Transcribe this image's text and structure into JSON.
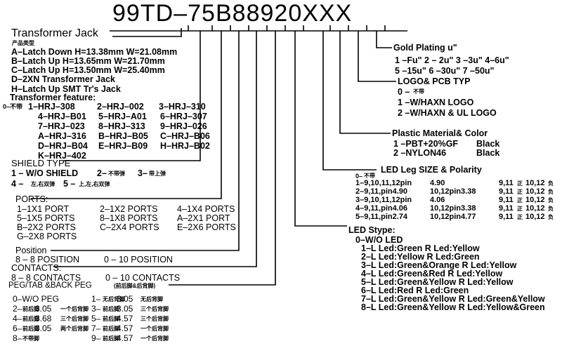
{
  "code_chars": [
    "9",
    "9",
    "T",
    "D",
    "–",
    "7",
    "5",
    "B",
    "8",
    "8",
    "9",
    "2",
    "0",
    "X",
    "X",
    "X"
  ],
  "transformer": {
    "title": "Transformer Jack",
    "cjk": "产品类型",
    "types": [
      "A–Latch Down H=13.38mm W=21.08mm",
      "B–Latch Up H=13.65mm W=21.70mm",
      "C–Latch Up H=13.50mm W=25.40mm",
      "D–2XN Transformer Jack",
      "H–Latch Up SMT Tr's Jack"
    ],
    "feature_title": "Transformer feature:",
    "feature_prefix": "0–不带",
    "features": [
      [
        "1–HRJ–308",
        "2–HRJ–002",
        "3–HRJ–310"
      ],
      [
        "4–HRJ–B01",
        "5–HRJ–A01",
        "6–HRJ–307"
      ],
      [
        "7–HRJ–023",
        "8–HRJ–313",
        "9–HRJ–026"
      ],
      [
        "A–HRJ–316",
        "B–HRJ–B05",
        "C–HRJ–B06"
      ],
      [
        "D–HRJ–B04",
        "E–HRJ–B09",
        "H–HRJ–B02"
      ],
      [
        "K–HRJ–402"
      ]
    ]
  },
  "shield": {
    "title": "SHIELD TYPE",
    "line1_a": "1 – W/O SHIELD",
    "line1_b": "2–",
    "line1_b_cjk": "不带弹",
    "line1_c": "3–",
    "line1_c_cjk": "带上弹",
    "line2_a": "4 –",
    "line2_a_cjk": "左,右双弹",
    "line2_b": "5 –",
    "line2_b_cjk": "上,左,右双弹"
  },
  "ports": {
    "title": "PORTS:",
    "rows": [
      [
        "1–1X1 PORT",
        "2–1X2 PORTS",
        "4–1X4 PORTS"
      ],
      [
        "5–1X5 PORTS",
        "8–1X8 PORTS",
        "A–2X1 PORT"
      ],
      [
        "B–2X2 PORTS",
        "C–2X4 PORTS",
        "E–2X6 PORTS"
      ],
      [
        "G–2X8 PORTS"
      ]
    ]
  },
  "position": {
    "title": "Position",
    "a": "8 – 8 POSITION",
    "b": "0 – 10 POSITION"
  },
  "contacts": {
    "title": "CONTACTS:",
    "a": "8 – 8 CONTACTS",
    "b": "0 – 10 CONTACTS"
  },
  "peg": {
    "title": "PEG/TAB &BACK PEG",
    "title_cjk": "(前后脚&后背脚)",
    "rows": [
      {
        "a": "0–W/O PEG",
        "b": "1–",
        "b_cjk": "无后背脚",
        "b_val": "3.05",
        "b_cjk2": "无后背脚"
      },
      {
        "a": "2–",
        "a_cjk": "前后脚",
        "a_val": "3.05",
        "a_cjk2": "一个后背脚",
        "b": "3–",
        "b_cjk": "前后脚",
        "b_val": "3.05",
        "b_cjk2": "三个后背脚"
      },
      {
        "a": "4–",
        "a_cjk": "前后脚",
        "a_val": "3.68",
        "a_cjk2": "三个后背脚",
        "b": "5–",
        "b_cjk": "前后脚",
        "b_val": "4.57",
        "b_cjk2": "三个后背脚"
      },
      {
        "a": "6–",
        "a_cjk": "前后脚",
        "a_val": "3.05",
        "a_cjk2": "两个后背脚",
        "b": "7–",
        "b_cjk": "前后脚",
        "b_val": "4.57",
        "b_cjk2": "一个后背脚"
      },
      {
        "a": "8–",
        "a_cjk": "不带脚",
        "a_val": "",
        "a_cjk2": "",
        "b": "9–",
        "b_cjk": "前后脚",
        "b_val": "4.57",
        "b_cjk2": "一个后背脚"
      }
    ]
  },
  "gold": {
    "title": "Gold Plating u\"",
    "line1": "1 –Fu\" 2 – 2u\" 3 –3u\" 4–6u\"",
    "line2": "5 –15u\" 6 –30u\" 7 –50u\""
  },
  "logo": {
    "title": "LOGO& PCB TYP",
    "line0": "0 –",
    "line0_cjk": "不带",
    "line1": "1 –W/HAXN LOGO",
    "line2": "2 –W/HAXN & UL LOGO"
  },
  "plastic": {
    "title": "Plastic Material& Color",
    "rows": [
      {
        "a": "1 –PBT+20%GF",
        "b": "Black"
      },
      {
        "a": "2 –NYLON46",
        "b": "Black"
      }
    ]
  },
  "ledleg": {
    "title": "LED Leg SIZE & Polarity",
    "prefix": "0–",
    "prefix_cjk": "不带",
    "rows": [
      {
        "a": "1–9,10,11,12pin",
        "b": "4.90",
        "c": "9,11",
        "c_cjk": "正",
        "d": "10,12",
        "d_cjk": "负"
      },
      {
        "a": "2–9,11,pin4.90",
        "b": "10,12pin3.38",
        "c": "9,11",
        "c_cjk": "正",
        "d": "10,12",
        "d_cjk": "负"
      },
      {
        "a": "3–9,10,11,12pin",
        "b": "4.06",
        "c": "9,11",
        "c_cjk": "正",
        "d": "10,12",
        "d_cjk": "负"
      },
      {
        "a": "4–9,11,pin4.06",
        "b": "10,12pin3.38",
        "c": "9,11",
        "c_cjk": "正",
        "d": "10,12",
        "d_cjk": "负"
      },
      {
        "a": "5–9,11,pin2.74",
        "b": "10,12pin4.77",
        "c": "9,11",
        "c_cjk": "正",
        "d": "10,12",
        "d_cjk": "负"
      }
    ]
  },
  "ledstype": {
    "title": "LED Stype:",
    "rows": [
      "0–W/O LED",
      "1–L Led:Green R Led:Yellow",
      "2–L Led:Yellow R Led:Green",
      "3–L Led:Green&Orange R Led:Yellow",
      "4–L Led:Green&Red R Led:Yellow",
      "5–L Led:Green&Yellow R Led:Yellow",
      "6–L Led:Red R Led:Green",
      "7–L Led:Green&Yellow R Led:Green&Yellow",
      "8–L Led:Green&Yellow R Led:Yellow&Green"
    ]
  }
}
